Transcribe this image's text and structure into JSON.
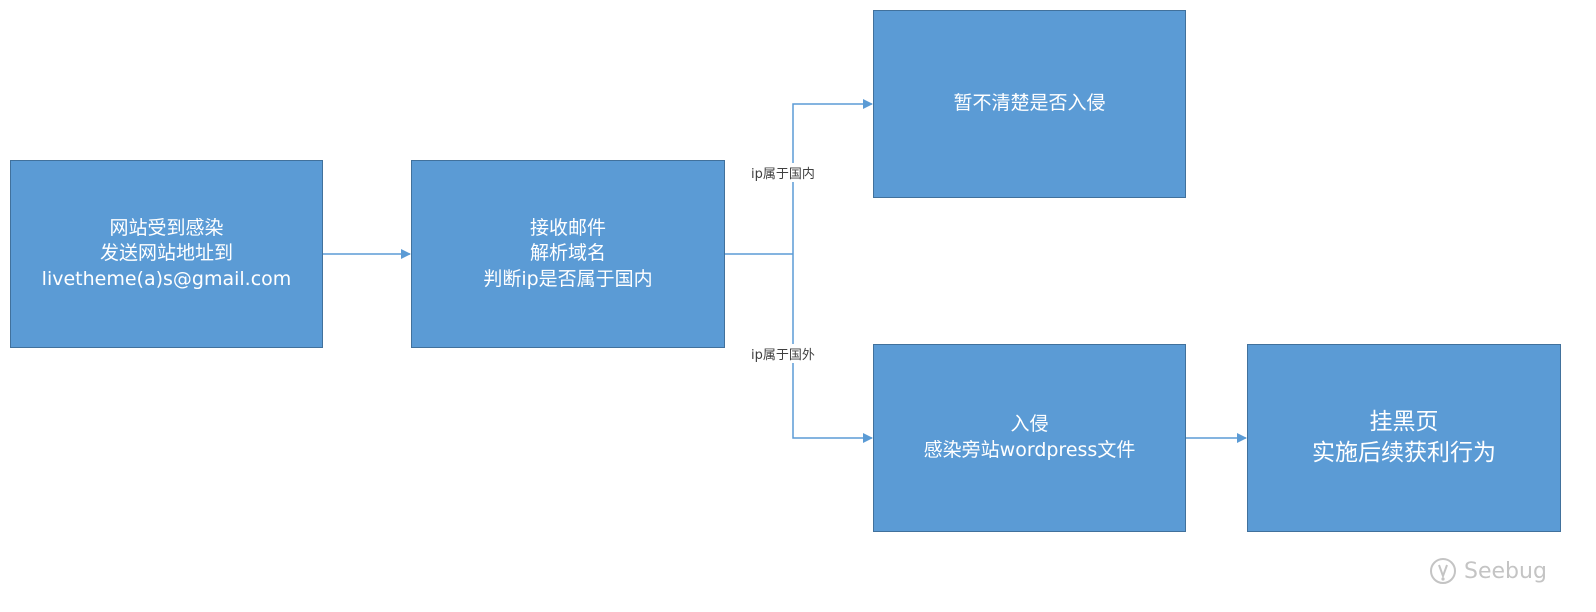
{
  "nodes": {
    "infected": {
      "lines": [
        "网站受到感染",
        "发送网站地址到",
        "livetheme(a)s@gmail.com"
      ]
    },
    "receive_mail": {
      "lines": [
        "接收邮件",
        "解析域名",
        "判断ip是否属于国内"
      ]
    },
    "unclear": {
      "lines": [
        "暂不清楚是否入侵"
      ]
    },
    "intrude": {
      "lines": [
        "入侵",
        "感染旁站wordpress文件"
      ]
    },
    "hang_black_page": {
      "lines": [
        "挂黑页",
        "实施后续获利行为"
      ]
    }
  },
  "edges": {
    "domestic_label": "ip属于国内",
    "foreign_label": "ip属于国外"
  },
  "watermark": {
    "text": "Seebug",
    "icon": "seebug-logo-icon"
  },
  "colors": {
    "box_fill": "#5b9bd5",
    "box_border": "#41719c",
    "arrow": "#5b9bd5",
    "watermark": "#c4c4c4"
  }
}
